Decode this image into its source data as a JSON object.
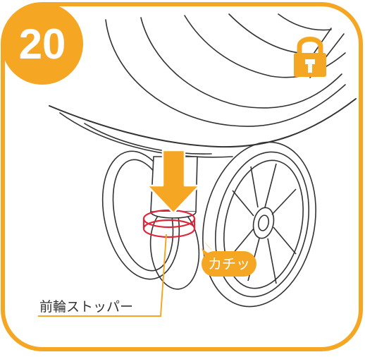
{
  "step": {
    "number": "20"
  },
  "lock_icon": "padlock-icon",
  "callouts": {
    "sound_label": "カチッ",
    "part_label": "前輪ストッパー"
  },
  "colors": {
    "accent": "#F5A623",
    "frame": "#F5A623",
    "highlight": "#E0263A",
    "line": "#333333",
    "white": "#FFFFFF"
  }
}
